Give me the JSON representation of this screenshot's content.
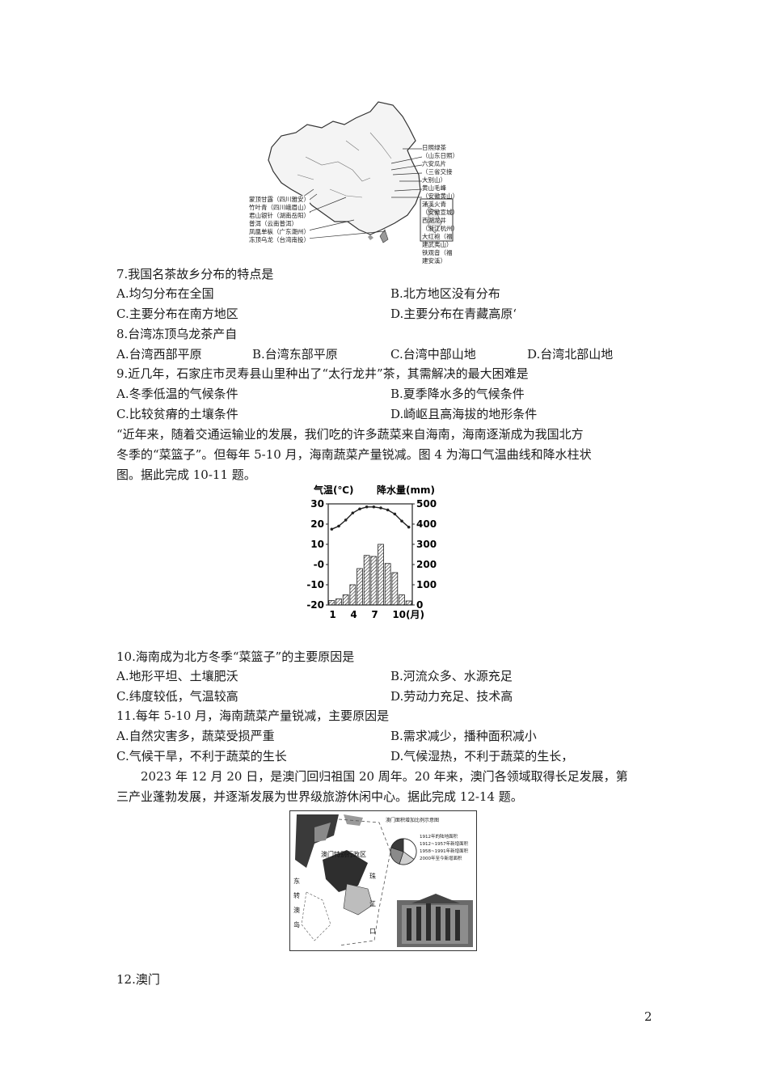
{
  "tea_map": {
    "labels_right": [
      "日照绿茶（山东日照）",
      "六安瓜片（三省交接大别山）",
      "黄山毛峰（安徽黄山）",
      "涌溪火青（安徽宣城）",
      "西湖龙井（浙江杭州）",
      "大红袍（福建武夷山）",
      "铁观音（福建安溪）"
    ],
    "labels_left": [
      "蒙顶甘露（四川雅安）",
      "竹叶青（四川峨眉山）",
      "君山银针（湖南岳阳）",
      "普洱（云南普洱）",
      "凤凰单枞（广东潮州）",
      "冻顶乌龙（台湾南投）"
    ]
  },
  "q7": {
    "stem": "7.我国名茶故乡分布的特点是",
    "a": "A.均匀分布在全国",
    "b": "B.北方地区没有分布",
    "c": "C.主要分布在南方地区",
    "d": "D.主要分布在青藏高原‘"
  },
  "q8": {
    "stem": "8.台湾冻顶乌龙茶产自",
    "a": "A.台湾西部平原",
    "b": "B.台湾东部平原",
    "c": "C.台湾中部山地",
    "d": "D.台湾北部山地"
  },
  "q9": {
    "stem": "9.近几年，石家庄市灵寿县山里种出了“太行龙井”茶，其需解决的最大困难是",
    "a": "A.冬季低温的气候条件",
    "b": "B.夏季降水多的气候条件",
    "c": "C.比较贫瘠的土壤条件",
    "d": "D.崎岖且高海拔的地形条件"
  },
  "passage1": [
    "“近年来，随着交通运输业的发展，我们吃的许多蔬菜来自海南，海南逐渐成为我国北方",
    "冬季的“菜篮子”。但每年 5-10 月，海南蔬菜产量锐减。图 4 为海口气温曲线和降水柱状",
    "图。据此完成 10-11 题。"
  ],
  "chart_data": {
    "type": "bar",
    "categories": [
      1,
      2,
      3,
      4,
      5,
      6,
      7,
      8,
      9,
      10,
      11,
      12
    ],
    "x_tick_labels": [
      "1",
      "4",
      "7",
      "10(月)"
    ],
    "left_axis_label": "气温(℃)",
    "right_axis_label": "降水量(mm)",
    "left_ticks": [
      "30",
      "20",
      "10",
      "-0",
      "-10",
      "-20"
    ],
    "right_ticks": [
      "500",
      "400",
      "300",
      "200",
      "100",
      "0"
    ],
    "temp_range": [
      -20,
      30
    ],
    "precip_range": [
      0,
      500
    ],
    "series": [
      {
        "kind": "precipitation",
        "values": [
          22,
          30,
          50,
          100,
          180,
          245,
          240,
          300,
          205,
          160,
          50,
          20
        ]
      },
      {
        "kind": "temperature",
        "values": [
          17.5,
          19,
          22,
          25.5,
          27.5,
          28.5,
          28.5,
          28,
          27,
          25,
          21.5,
          18.5
        ]
      }
    ]
  },
  "q10": {
    "stem": "10.海南成为北方冬季“菜篮子”的主要原因是",
    "a": "A.地形平坦、土壤肥沃",
    "b": "B.河流众多、水源充足",
    "c": "C.纬度较低，气温较高",
    "d": "D.劳动力充足、技术高"
  },
  "q11": {
    "stem": "11.每年 5-10 月，海南蔬菜产量锐减，主要原因是",
    "a": "A.自然灾害多，蔬菜受损严重",
    "b": "B.需求减少，播种面积减小",
    "c": "C.气候干旱，不利于蔬菜的生长",
    "d": "D.气候湿热，不利于蔬菜的生长，"
  },
  "passage2": [
    "2023 年 12 月 20 日，是澳门回归祖国 20 周年。20 年来，澳门各领域取得长足发展，第",
    "三产业蓬勃发展，并逐渐发展为世界级旅游休闲中心。据此完成 12-14 题。"
  ],
  "macau_fig": {
    "region_label": "澳门特别行政区",
    "sea_label": [
      "东",
      "转",
      "澳",
      "岛"
    ],
    "river_label": [
      "珠",
      "江",
      "口"
    ],
    "legend": [
      "1912年的陆地面积",
      "1912~1957年新增面积",
      "1958~1991年新增面积",
      "2000年至今新增面积"
    ],
    "pie_title": "澳门面积增加比例示意图",
    "pie_values": [
      0.35,
      0.2,
      0.25,
      0.2
    ]
  },
  "q12": {
    "stem": "12.澳门"
  },
  "page_number": "2"
}
